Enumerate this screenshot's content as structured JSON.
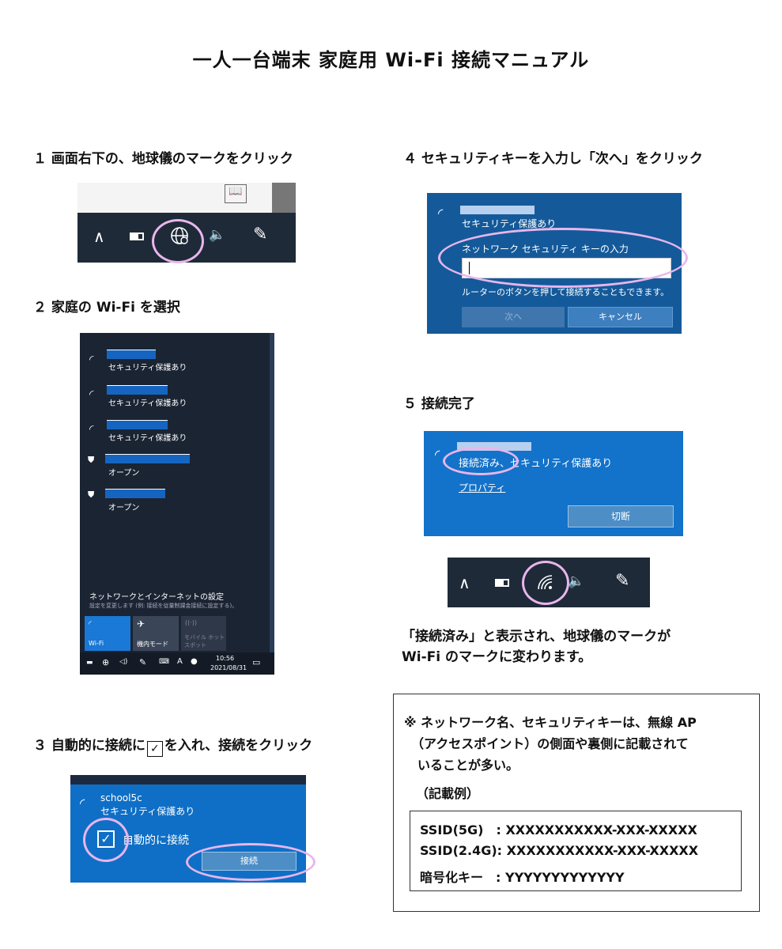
{
  "title": "一人一台端末 家庭用 Wi-Fi 接続マニュアル",
  "steps": {
    "s1": "１ 画面右下の、地球儀のマークをクリック",
    "s2": "２ 家庭の Wi-Fi を選択",
    "s3_pre": "３ 自動的に接続に",
    "s3_post": "を入れ、接続をクリック",
    "s4": "４ セキュリティキーを入力し「次へ」をクリック",
    "s5": "５ 接続完了"
  },
  "network_list": {
    "items": [
      {
        "status": "セキュリティ保護あり"
      },
      {
        "status": "セキュリティ保護あり"
      },
      {
        "status": "セキュリティ保護あり"
      },
      {
        "status": "オープン"
      },
      {
        "status": "オープン"
      }
    ],
    "settings_title": "ネットワークとインターネットの設定",
    "settings_desc": "設定を変更します (例: 接続を従量制課金接続に設定する)。",
    "tile_wifi": "Wi-Fi",
    "tile_airplane": "機内モード",
    "tile_hotspot": "モバイル ホットスポット",
    "time": "10:56",
    "date": "2021/08/31"
  },
  "connect_panel": {
    "ssid": "school5c",
    "status": "セキュリティ保護あり",
    "auto_connect": "自動的に接続",
    "connect_button": "接続"
  },
  "key_panel": {
    "status": "セキュリティ保護あり",
    "prompt": "ネットワーク セキュリティ キーの入力",
    "router_hint": "ルーターのボタンを押して接続することもできます。",
    "next_button": "次へ",
    "cancel_button": "キャンセル"
  },
  "done_panel": {
    "status": "接続済み、セキュリティ保護あり",
    "properties": "プロパティ",
    "disconnect_button": "切断"
  },
  "result_text": [
    "「接続済み」と表示され、地球儀のマークが",
    "Wi-Fi のマークに変わります。"
  ],
  "note": {
    "lines": [
      "※ ネットワーク名、セキュリティキーは、無線 AP",
      "（アクセスポイント）の側面や裏側に記載されて",
      "いることが多い。"
    ],
    "example_label": "（記載例）",
    "codes": [
      {
        "label": "SSID(5G)　:",
        "value": "XXXXXXXXXXX-XXX-XXXXX"
      },
      {
        "label": "SSID(2.4G):",
        "value": "XXXXXXXXXXX-XXX-XXXXX"
      },
      {
        "label": "暗号化キー　:",
        "value": "YYYYYYYYYYYYY"
      }
    ]
  },
  "colors": {
    "taskbar": "#1f2a38",
    "win_blue": "#0f6fc6",
    "highlight": "#e8b6ec"
  }
}
